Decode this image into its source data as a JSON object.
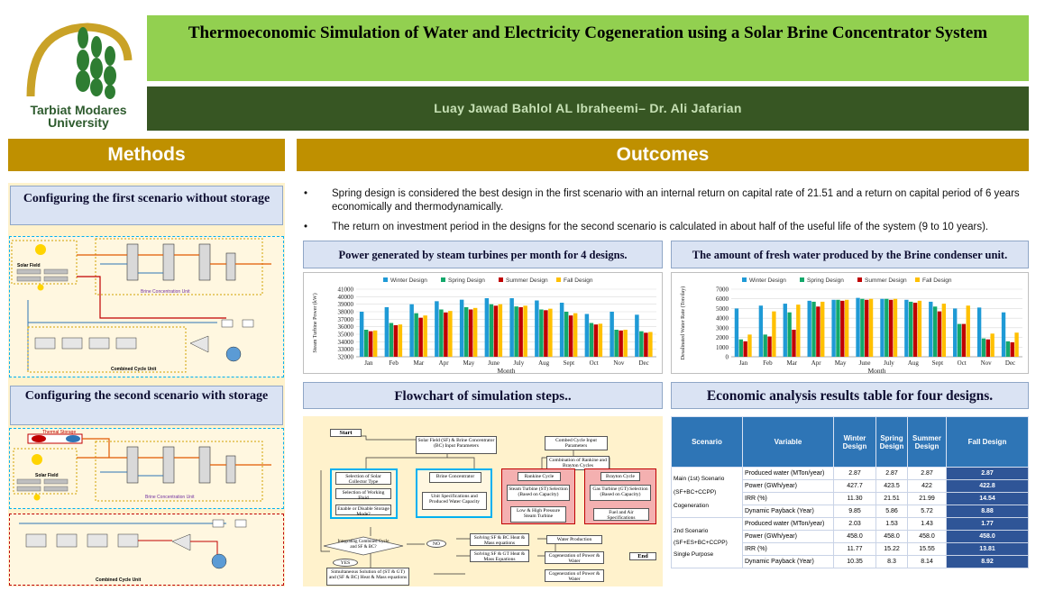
{
  "logo": {
    "line1": "Tarbiat Modares",
    "line2": "University"
  },
  "header": {
    "title": "Thermoeconomic Simulation of Water and Electricity Cogeneration using a Solar Brine Concentrator System",
    "authors": "Luay Jawad Bahlol  AL Ibraheemi– Dr. Ali Jafarian"
  },
  "methods": {
    "title": "Methods",
    "scenario1_title": "Configuring the first scenario without storage",
    "scenario2_title": "Configuring the second scenario with storage",
    "diagram_labels": {
      "solar_field": "Solar Field",
      "brine_unit": "Brine Concentration Unit",
      "combined_cycle": "Combined Cycle Unit",
      "thermal_storage": "Thermal Storage"
    }
  },
  "outcomes": {
    "title": "Outcomes",
    "bullets": [
      "Spring design is considered the best design in the first scenario with an internal return on capital rate of 21.51 and a return on capital period of 6 years economically and thermodynamically.",
      "The return on investment period in the designs for the second scenario is calculated in about half of the useful life of the system (9 to 10 years)."
    ],
    "chart1_title": "Power generated by steam turbines per month for 4 designs.",
    "chart2_title": "The amount of fresh water produced by the Brine condenser unit.",
    "flowchart_title": "Flowchart of simulation steps..",
    "table_title": "Economic analysis results table for four designs."
  },
  "chart_data": [
    {
      "type": "bar",
      "title": "",
      "xlabel": "Month",
      "ylabel": "Steam Turbine Power (kW)",
      "ylim": [
        32000,
        41000
      ],
      "yticks": [
        32000,
        33000,
        34000,
        35000,
        36000,
        37000,
        38000,
        39000,
        40000,
        41000
      ],
      "legend": "top",
      "grid": true,
      "categories": [
        "Jan",
        "Feb",
        "Mar",
        "Apr",
        "May",
        "June",
        "July",
        "Aug",
        "Sept",
        "Oct",
        "Nov",
        "Dec"
      ],
      "series": [
        {
          "name": "Winter Design",
          "color": "#1f9ad6",
          "values": [
            38000,
            38600,
            39000,
            39400,
            39600,
            39800,
            39800,
            39500,
            39200,
            37700,
            38000,
            37600
          ]
        },
        {
          "name": "Spring Design",
          "color": "#13a86b",
          "values": [
            35600,
            36500,
            37800,
            38300,
            38600,
            39000,
            38700,
            38300,
            38000,
            36500,
            35600,
            35400
          ]
        },
        {
          "name": "Summer Design",
          "color": "#c00000",
          "values": [
            35400,
            36200,
            37200,
            37900,
            38300,
            38800,
            38600,
            38200,
            37500,
            36300,
            35500,
            35200
          ]
        },
        {
          "name": "Fall Design",
          "color": "#ffc000",
          "values": [
            35500,
            36300,
            37500,
            38100,
            38500,
            39000,
            38800,
            38400,
            37800,
            36400,
            35600,
            35300
          ]
        }
      ]
    },
    {
      "type": "bar",
      "title": "",
      "xlabel": "Month",
      "ylabel": "Desalinated Water Rate (Ton/day)",
      "ylim": [
        0,
        7000
      ],
      "yticks": [
        0,
        1000,
        2000,
        3000,
        4000,
        5000,
        6000,
        7000
      ],
      "legend": "top",
      "grid": true,
      "categories": [
        "Jan",
        "Feb",
        "Mar",
        "Apr",
        "May",
        "June",
        "July",
        "Aug",
        "Sept",
        "Oct",
        "Nov",
        "Dec"
      ],
      "series": [
        {
          "name": "Winter Design",
          "color": "#1f9ad6",
          "values": [
            5000,
            5300,
            5500,
            5800,
            5900,
            6100,
            6000,
            5900,
            5700,
            5000,
            5100,
            4600
          ]
        },
        {
          "name": "Spring Design",
          "color": "#13a86b",
          "values": [
            1800,
            2300,
            4600,
            5700,
            5900,
            6000,
            6000,
            5700,
            5200,
            3400,
            1900,
            1600
          ]
        },
        {
          "name": "Summer Design",
          "color": "#c00000",
          "values": [
            1600,
            2100,
            2800,
            5200,
            5800,
            5900,
            5900,
            5600,
            4700,
            3400,
            1800,
            1500
          ]
        },
        {
          "name": "Fall Design",
          "color": "#ffc000",
          "values": [
            2300,
            4700,
            5400,
            5700,
            5900,
            6000,
            6000,
            5800,
            5500,
            5300,
            2400,
            2500
          ]
        }
      ]
    }
  ],
  "flowchart": {
    "start": "Start",
    "solar_inputs": "Solar Field (SF) & Brine Concentrator (BC) Input Parameters",
    "combined_inputs": "Combed Cycle Input Parameters",
    "combination": "Combination of Rankine and Brayton Cycles",
    "selection_collector": "Selection of Solar Collector Type",
    "selection_fluid": "Selection of Working Fluid",
    "storage_mode": "Enable or Disable Storage Mode?",
    "brine": "Brine Concentrator",
    "unit_specs": "Unit Specifications and Produced Water Capacity",
    "rankine": "Rankine Cycle",
    "st_selection": "Steam Turbine (ST) Selection (Based on Capacity)",
    "low_high": "Low & High Pressure Steam Turbine",
    "brayton": "Brayton Cycle",
    "gt_selection": "Gas Turbine (GT) Selection (Based on Capacity)",
    "fuel_air": "Fuel and Air Specifications",
    "integrating": "Integrating Combined Cycle and SF & BC?",
    "yes": "YES",
    "no": "NO",
    "solving_sfbc": "Solving SF & BC Heat & Mass equations",
    "water_production": "Water Production",
    "solving_sfgt": "Solving SF & GT Heat & Mass Equations",
    "cogen1": "Cogeneration of Power & Water",
    "end": "End",
    "simultaneous": "Simultaneous Solution of (ST & GT) and (SF & BC) Heat & Mass equations",
    "cogen2": "Cogeneration of Power & Water"
  },
  "table": {
    "headers": [
      "Scenario",
      "Variable",
      "Winter Design",
      "Spring Design",
      "Summer Design",
      "Fall Design"
    ],
    "groups": [
      {
        "scenario": [
          "Main (1st) Scenario",
          "(SF+BC+CCPP)",
          "Cogeneration"
        ],
        "rows": [
          [
            "Produced water (MTon/year)",
            "2.87",
            "2.87",
            "2.87",
            "2.87"
          ],
          [
            "Power (GWh/year)",
            "427.7",
            "423.5",
            "422",
            "422.8"
          ],
          [
            "IRR (%)",
            "11.30",
            "21.51",
            "21.99",
            "14.54"
          ],
          [
            "Dynamic Payback (Year)",
            "9.85",
            "5.86",
            "5.72",
            "8.88"
          ]
        ]
      },
      {
        "scenario": [
          "2nd Scenario",
          "(SF+ES+BC+CCPP)",
          "Single Purpose"
        ],
        "rows": [
          [
            "Produced water (MTon/year)",
            "2.03",
            "1.53",
            "1.43",
            "1.77"
          ],
          [
            "Power (GWh/year)",
            "458.0",
            "458.0",
            "458.0",
            "458.0"
          ],
          [
            "IRR (%)",
            "11.77",
            "15.22",
            "15.55",
            "13.81"
          ],
          [
            "Dynamic Payback (Year)",
            "10.35",
            "8.3",
            "8.14",
            "8.92"
          ]
        ]
      }
    ]
  }
}
